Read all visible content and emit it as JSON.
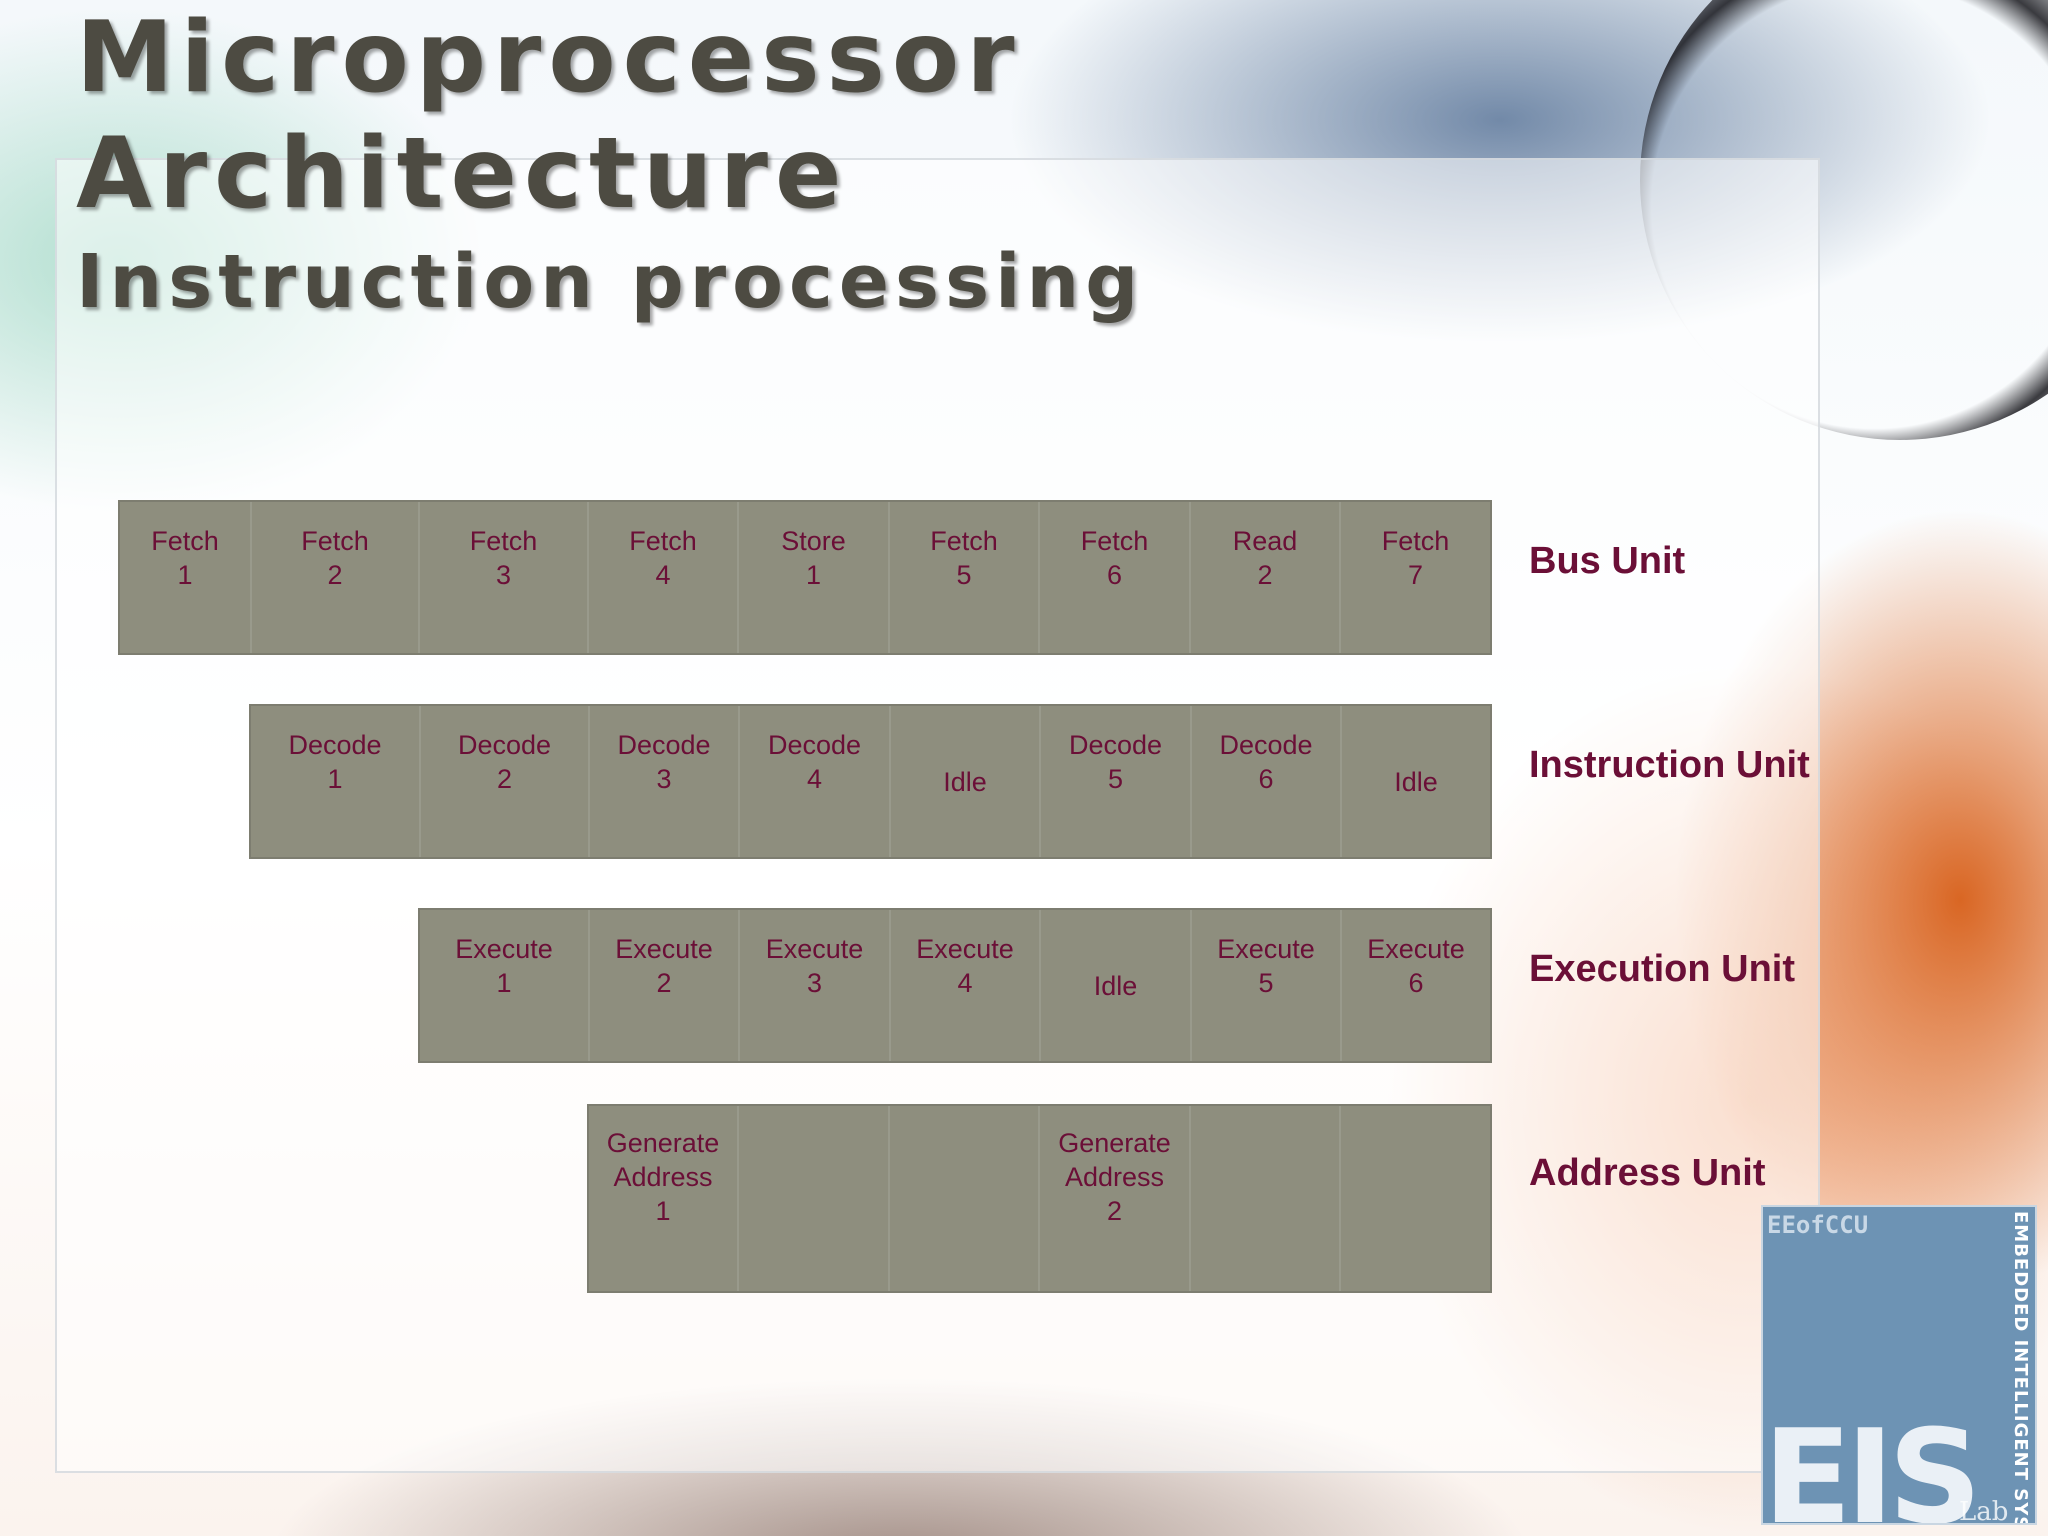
{
  "title": {
    "line1": "Microprocessor",
    "line2": "Architecture",
    "line3": "Instruction processing"
  },
  "rows": [
    {
      "label": "Bus Unit",
      "cells": [
        "Fetch\n1",
        "Fetch\n2",
        "Fetch\n3",
        "Fetch\n4",
        "Store\n1",
        "Fetch\n5",
        "Fetch\n6",
        "Read\n2",
        "Fetch\n7"
      ]
    },
    {
      "label": "Instruction Unit",
      "cells": [
        "Decode\n1",
        "Decode\n2",
        "Decode\n3",
        "Decode\n4",
        "Idle",
        "Decode\n5",
        "Decode\n6",
        "Idle"
      ]
    },
    {
      "label": "Execution Unit",
      "cells": [
        "Execute\n1",
        "Execute\n2",
        "Execute\n3",
        "Execute\n4",
        "Idle",
        "Execute\n5",
        "Execute\n6"
      ]
    },
    {
      "label": "Address Unit",
      "cells": [
        "Generate\nAddress\n1",
        "",
        "",
        "Generate\nAddress\n2",
        "",
        ""
      ]
    }
  ],
  "logo": {
    "top_text": "EEofCCU",
    "side_text": "EMBEDDED INTELLIGENT SYSTEM",
    "main_text": "EIS",
    "lab_text": "Lab"
  }
}
